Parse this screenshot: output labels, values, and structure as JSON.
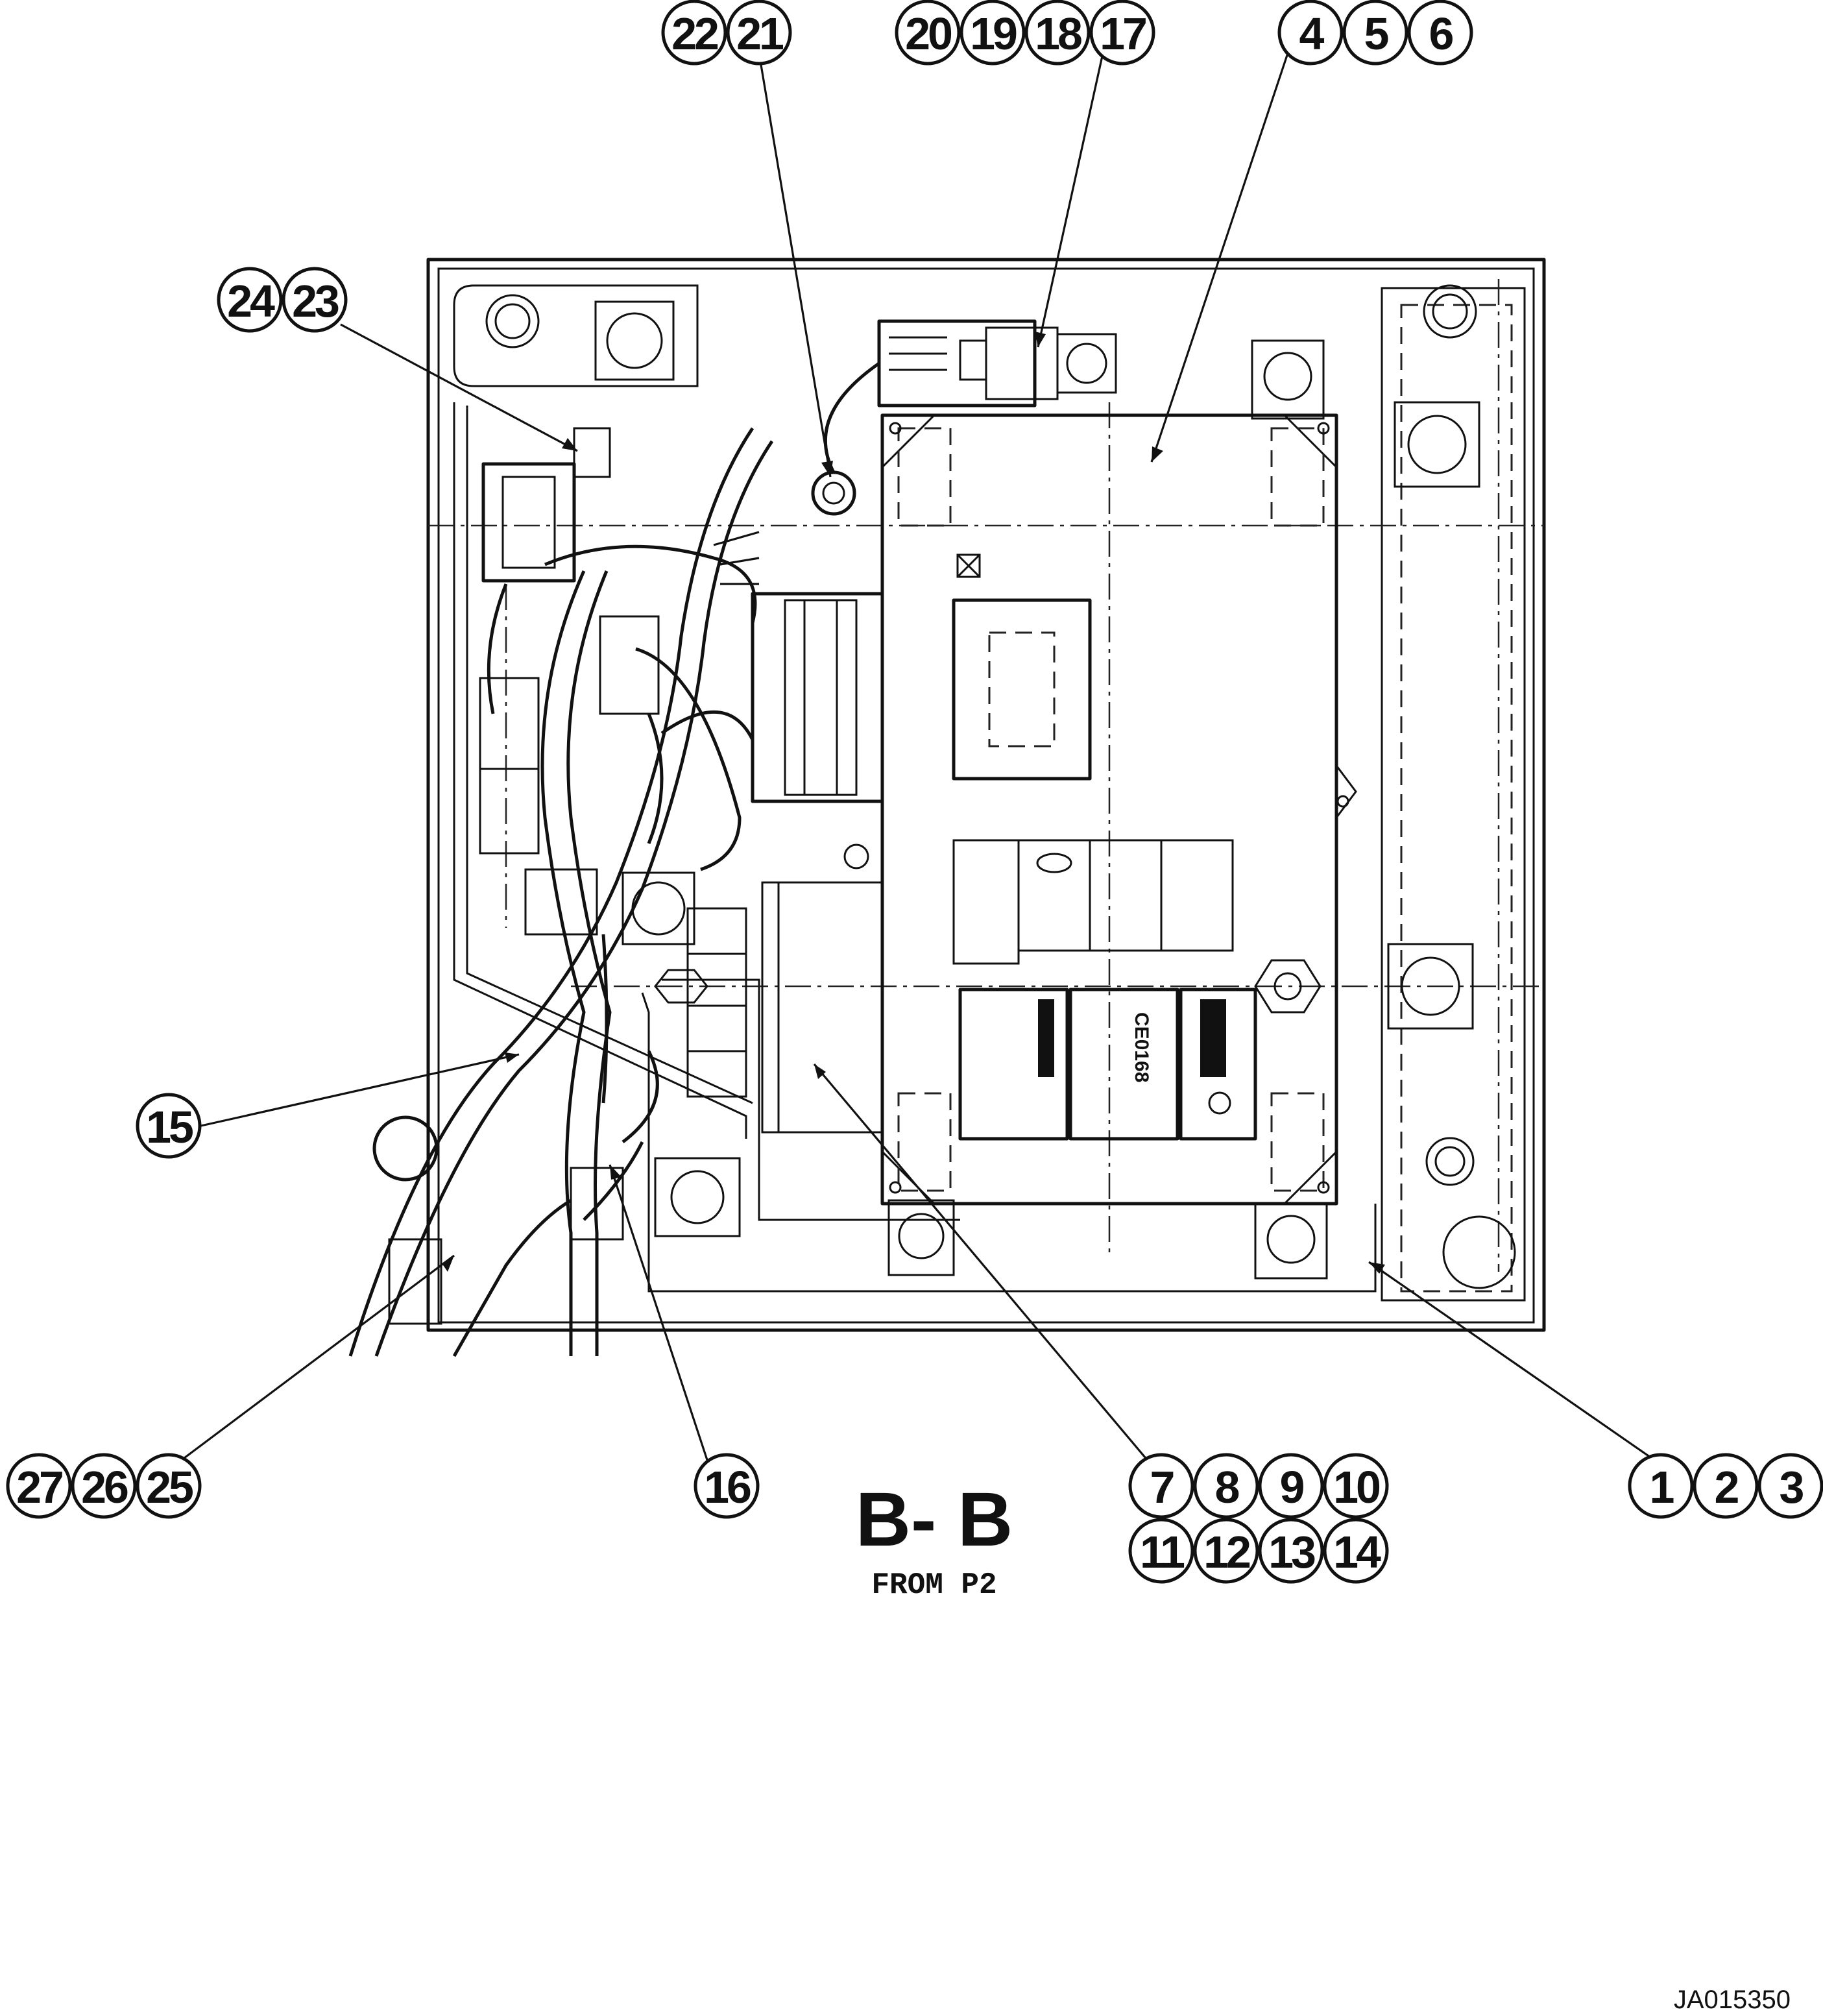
{
  "view": {
    "title": "B- B",
    "subtitle": "FROM P2"
  },
  "document_id": "JA015350",
  "ecm_plate_text": "CE0168",
  "callout_groups": [
    {
      "id": "22-21",
      "numbers": [
        "22",
        "21"
      ]
    },
    {
      "id": "20-17",
      "numbers": [
        "20",
        "19",
        "18",
        "17"
      ]
    },
    {
      "id": "4-6",
      "numbers": [
        "4",
        "5",
        "6"
      ]
    },
    {
      "id": "24-23",
      "numbers": [
        "24",
        "23"
      ]
    },
    {
      "id": "15",
      "numbers": [
        "15"
      ]
    },
    {
      "id": "27-25",
      "numbers": [
        "27",
        "26",
        "25"
      ]
    },
    {
      "id": "16",
      "numbers": [
        "16"
      ]
    },
    {
      "id": "7-10",
      "numbers": [
        "7",
        "8",
        "9",
        "10"
      ]
    },
    {
      "id": "11-14",
      "numbers": [
        "11",
        "12",
        "13",
        "14"
      ]
    },
    {
      "id": "1-3",
      "numbers": [
        "1",
        "2",
        "3"
      ]
    }
  ],
  "colors": {
    "line": "#111111",
    "background": "#ffffff"
  }
}
